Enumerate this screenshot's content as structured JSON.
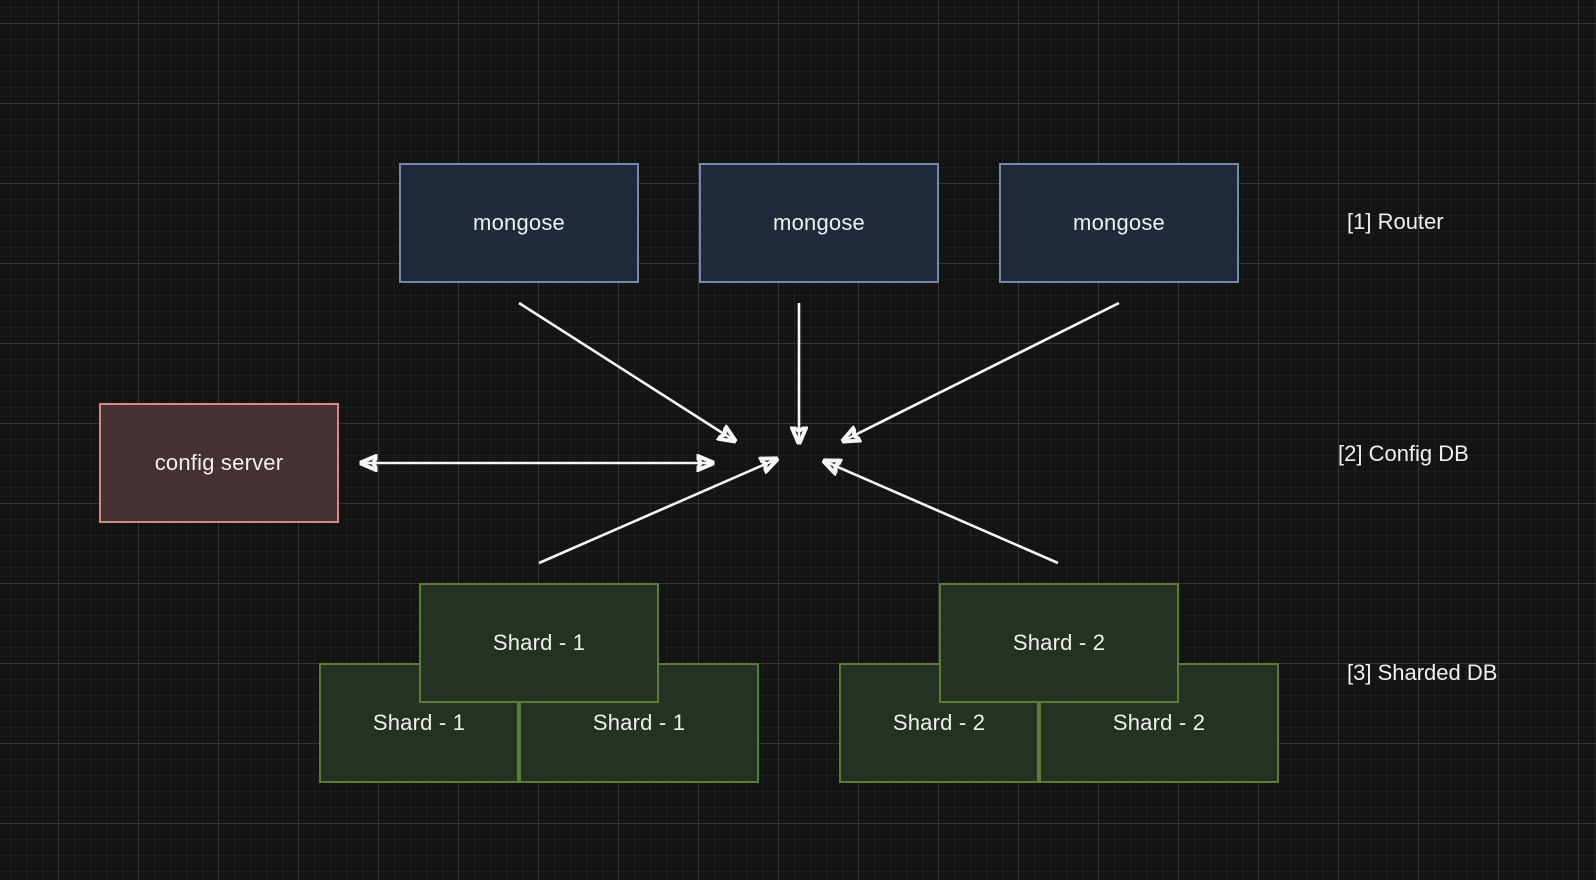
{
  "diagram": {
    "routers": [
      {
        "label": "mongose"
      },
      {
        "label": "mongose"
      },
      {
        "label": "mongose"
      }
    ],
    "config_server": {
      "label": "config server"
    },
    "shard_groups": [
      {
        "top": "Shard - 1",
        "bottom_left": "Shard - 1",
        "bottom_right": "Shard - 1"
      },
      {
        "top": "Shard - 2",
        "bottom_left": "Shard - 2",
        "bottom_right": "Shard - 2"
      }
    ],
    "annotations": [
      {
        "label": "[1] Router"
      },
      {
        "label": "[2] Config DB"
      },
      {
        "label": "[3] Sharded DB"
      }
    ],
    "colors": {
      "bg": "#141414",
      "grid_minor": "#1d1d1d",
      "grid_major": "#343434",
      "router_fill": "#202a3a",
      "router_border": "#7289ab",
      "config_fill": "#463132",
      "config_border": "#d18b81",
      "shard_fill": "#253223",
      "shard_border": "#577e34",
      "arrow": "#f5f5f5",
      "text": "#f0f0f0"
    }
  }
}
